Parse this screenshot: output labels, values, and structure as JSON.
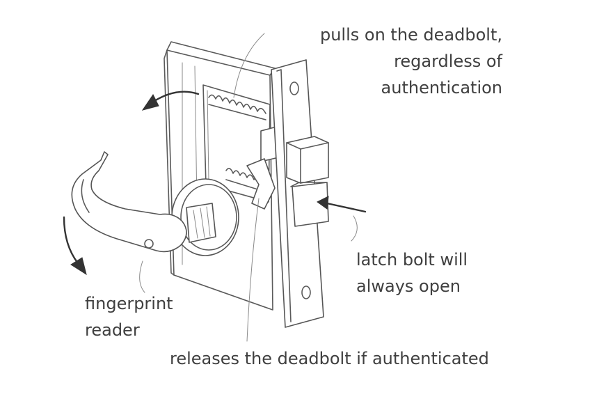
{
  "labels": {
    "deadbolt_pull": [
      "pulls on the deadbolt,",
      "regardless of",
      "authentication"
    ],
    "latch_bolt": [
      "latch bolt will",
      "always open"
    ],
    "fingerprint": [
      "fingerprint",
      "reader"
    ],
    "deadbolt_release": "releases the deadbolt if authenticated"
  },
  "colors": {
    "ink": "#3f3f3f",
    "sketch": "#5a5a5a",
    "background": "#ffffff"
  },
  "icons": [
    "lever-handle",
    "mortise-lock-body",
    "deadbolt",
    "latch-bolt",
    "rotation-arrow",
    "push-arrow"
  ]
}
